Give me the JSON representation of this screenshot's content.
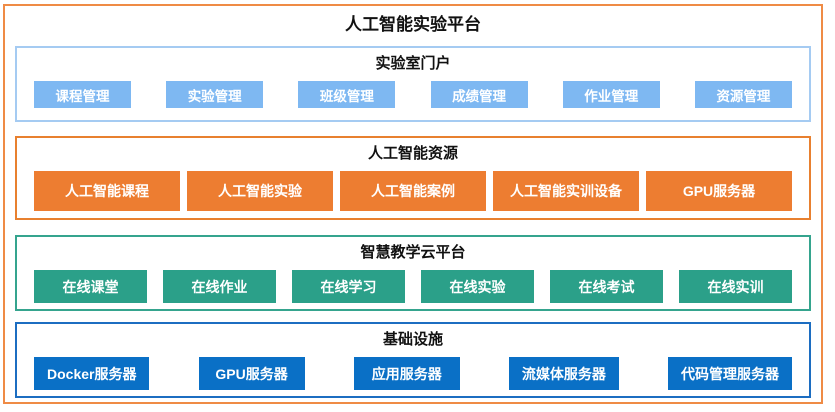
{
  "page_title": "人工智能实验平台",
  "colors": {
    "outer_border": "#EF8B45",
    "title_text": "#111111",
    "chip_text": "#ffffff"
  },
  "sections": [
    {
      "title": "实验室门户",
      "border_color": "#A5CBF2",
      "item_color": "#7EB8F2",
      "items": [
        "课程管理",
        "实验管理",
        "班级管理",
        "成绩管理",
        "作业管理",
        "资源管理"
      ]
    },
    {
      "title": "人工智能资源",
      "border_color": "#E8802F",
      "item_color": "#ED7D31",
      "items": [
        "人工智能课程",
        "人工智能实验",
        "人工智能案例",
        "人工智能实训设备",
        "GPU服务器"
      ]
    },
    {
      "title": "智慧教学云平台",
      "border_color": "#35A48E",
      "item_color": "#2BA089",
      "items": [
        "在线课堂",
        "在线作业",
        "在线学习",
        "在线实验",
        "在线考试",
        "在线实训"
      ]
    },
    {
      "title": "基础设施",
      "border_color": "#1C6DC1",
      "item_color": "#0A70C6",
      "items": [
        "Docker服务器",
        "GPU服务器",
        "应用服务器",
        "流媒体服务器",
        "代码管理服务器"
      ]
    }
  ]
}
